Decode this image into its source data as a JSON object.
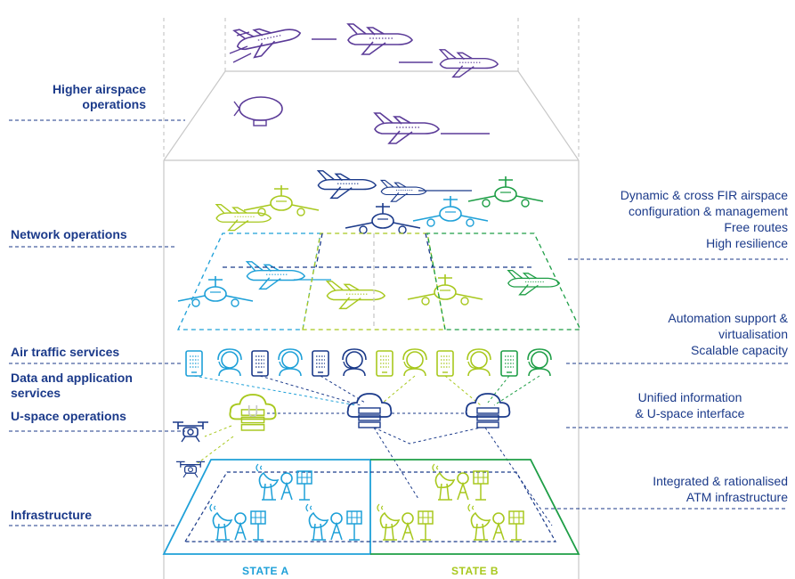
{
  "left_labels": {
    "higher_airspace": [
      "Higher airspace",
      "operations"
    ],
    "network_operations": "Network operations",
    "air_traffic_services": "Air traffic services",
    "data_application": [
      "Data and application",
      "services"
    ],
    "uspace_operations": "U-space operations",
    "infrastructure": "Infrastructure"
  },
  "right_labels": {
    "network": [
      "Dynamic & cross FIR airspace",
      "configuration & management",
      "Free routes",
      "High resilience"
    ],
    "automation": [
      "Automation support &",
      "virtualisation",
      "Scalable capacity"
    ],
    "information": [
      "Unified information",
      "& U-space interface"
    ],
    "infrastructure": [
      "Integrated & rationalised",
      "ATM infrastructure"
    ]
  },
  "states": {
    "a": "STATE A",
    "b": "STATE B"
  },
  "colors": {
    "navy": "#1b3a8a",
    "purple": "#5b3b98",
    "cyan": "#1ea0d8",
    "lime": "#a8c81e",
    "green": "#1e9e46",
    "grey": "#c8c8c8"
  },
  "icons": [
    "airplane-icon",
    "airship-icon",
    "controller-headset-icon",
    "data-tablet-icon",
    "cloud-server-icon",
    "drone-icon",
    "radar-dish-icon",
    "antenna-tower-icon",
    "solar-panel-icon"
  ]
}
